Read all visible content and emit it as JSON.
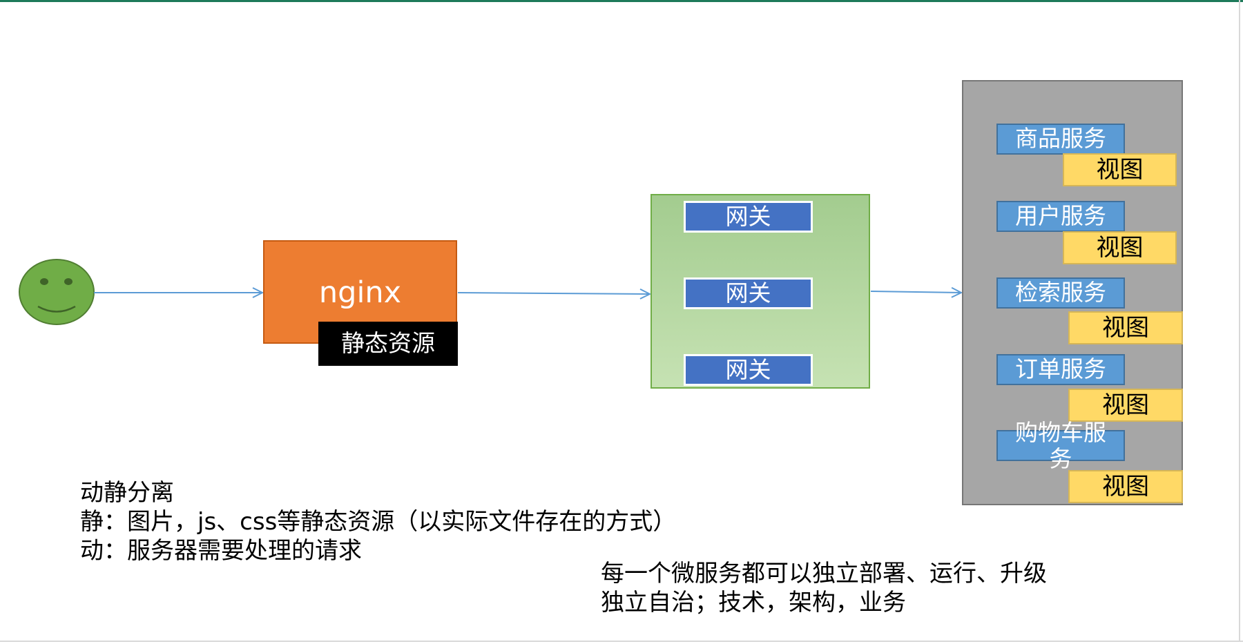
{
  "nginx": {
    "label": "nginx",
    "static_label": "静态资源"
  },
  "gateways": [
    "网关",
    "网关",
    "网关"
  ],
  "services": [
    {
      "name": "商品服务",
      "view": "视图"
    },
    {
      "name": "用户服务",
      "view": "视图"
    },
    {
      "name": "检索服务",
      "view": "视图"
    },
    {
      "name": "订单服务",
      "view": "视图"
    },
    {
      "name": "购物车服务",
      "view": "视图"
    }
  ],
  "notes": {
    "left": [
      "动静分离",
      "静：图片，js、css等静态资源（以实际文件存在的方式）",
      "动：服务器需要处理的请求"
    ],
    "right": [
      "每一个微服务都可以独立部署、运行、升级",
      "独立自治；技术，架构，业务"
    ]
  },
  "colors": {
    "user": "#70ad47",
    "nginx": "#ed7d31",
    "gateway_group": "#a9d18e",
    "gateway": "#4472c4",
    "services_panel": "#a6a6a6",
    "service": "#5b9bd5",
    "view": "#ffd966",
    "connector": "#5b9bd5"
  }
}
